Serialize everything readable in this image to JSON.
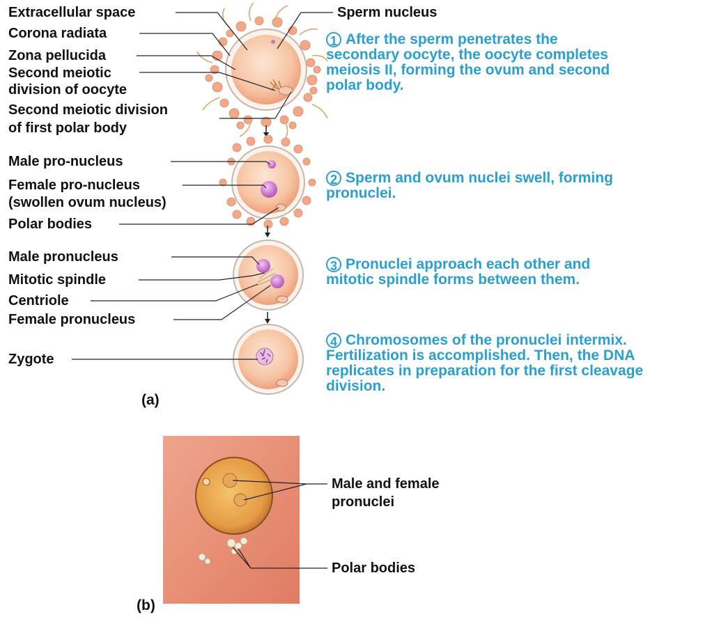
{
  "labels_a": {
    "extracellular_space": "Extracellular space",
    "corona_radiata": "Corona radiata",
    "zona_pellucida": "Zona pellucida",
    "second_meiotic_oocyte_1": "Second meiotic",
    "second_meiotic_oocyte_2": "division of oocyte",
    "second_meiotic_polar_1": "Second meiotic division",
    "second_meiotic_polar_2": "of first polar body",
    "sperm_nucleus": "Sperm nucleus",
    "male_pro_nucleus": "Male pro-nucleus",
    "female_pro_nucleus": "Female pro-nucleus",
    "swollen_ovum_nucleus": "(swollen ovum nucleus)",
    "polar_bodies": "Polar bodies",
    "male_pronucleus": "Male pronucleus",
    "mitotic_spindle": "Mitotic spindle",
    "centriole": "Centriole",
    "female_pronucleus": "Female pronucleus",
    "zygote": "Zygote"
  },
  "steps": [
    {
      "num": "1",
      "lines": [
        "After the sperm penetrates the",
        "secondary oocyte, the oocyte completes",
        "meiosis II, forming the ovum and second",
        "polar body."
      ]
    },
    {
      "num": "2",
      "lines": [
        "Sperm and ovum nuclei swell, forming",
        "pronuclei."
      ]
    },
    {
      "num": "3",
      "lines": [
        "Pronuclei approach each other and",
        "mitotic spindle forms between them."
      ]
    },
    {
      "num": "4",
      "lines": [
        "Chromosomes of the pronuclei intermix.",
        "Fertilization is accomplished. Then, the DNA",
        "replicates in preparation for the first cleavage",
        "division."
      ]
    }
  ],
  "panel_a_label": "(a)",
  "panel_b_label": "(b)",
  "labels_b": {
    "pronuclei_1": "Male and female",
    "pronuclei_2": "pronuclei",
    "polar_bodies": "Polar bodies"
  },
  "colors": {
    "step_text": "#2a9fd0",
    "cell_fill": "#f6c7a6",
    "corona": "#f2a98a",
    "pronucleus": "#c56fc9",
    "photo_bg": "#e8876c"
  }
}
